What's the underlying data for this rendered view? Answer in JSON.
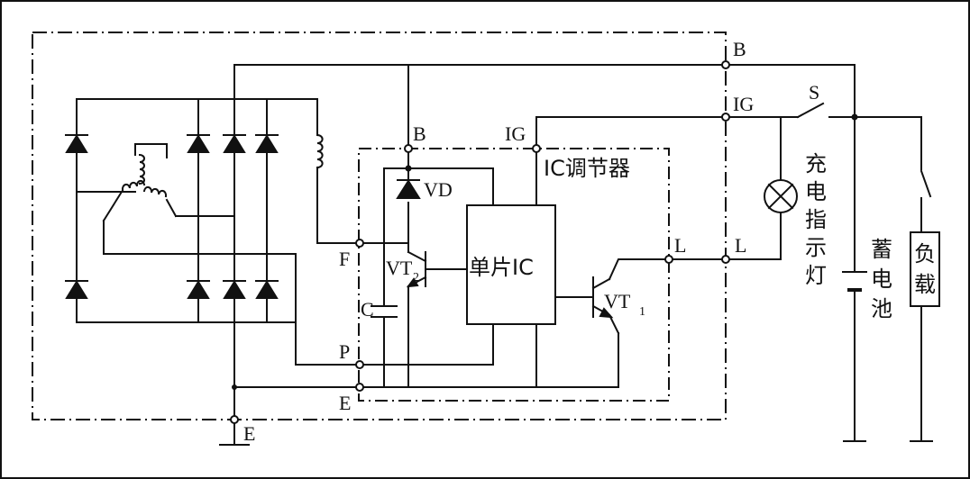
{
  "terminals": {
    "b_outer": "B",
    "ig_outer": "IG",
    "l_outer": "L",
    "e_outer": "E",
    "b_inner": "B",
    "ig_inner": "IG",
    "l_inner": "L",
    "f_inner": "F",
    "p_inner": "P",
    "e_inner": "E"
  },
  "components": {
    "regulator": "IC调节器",
    "chip": "单片IC",
    "diode_vd": "VD",
    "transistor_vt1": "VT",
    "transistor_vt1_sub": "1",
    "transistor_vt2": "VT",
    "transistor_vt2_sub": "2",
    "capacitor": "C",
    "switch": "S",
    "indicator": [
      "充",
      "电",
      "指",
      "示",
      "灯"
    ],
    "battery": [
      "蓄",
      "电",
      "池"
    ],
    "load": [
      "负",
      "载"
    ]
  }
}
